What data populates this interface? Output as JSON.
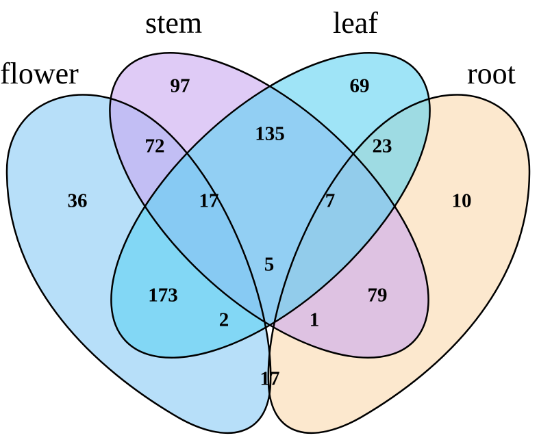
{
  "sets": {
    "flower": {
      "label": "flower",
      "color": "#9fd4f7"
    },
    "stem": {
      "label": "stem",
      "color": "#c9a8f0"
    },
    "leaf": {
      "label": "leaf",
      "color": "#5fd2f2"
    },
    "root": {
      "label": "root",
      "color": "#fbe0bd"
    }
  },
  "regions": {
    "flower_only": "36",
    "stem_only": "97",
    "leaf_only": "69",
    "root_only": "10",
    "flower_stem": "72",
    "stem_leaf": "135",
    "leaf_root": "23",
    "flower_leaf": "173",
    "stem_root": "79",
    "flower_root": "17",
    "flower_stem_leaf": "17",
    "stem_leaf_root": "7",
    "flower_leaf_root": "2",
    "flower_stem_root": "1",
    "all_four": "5"
  }
}
